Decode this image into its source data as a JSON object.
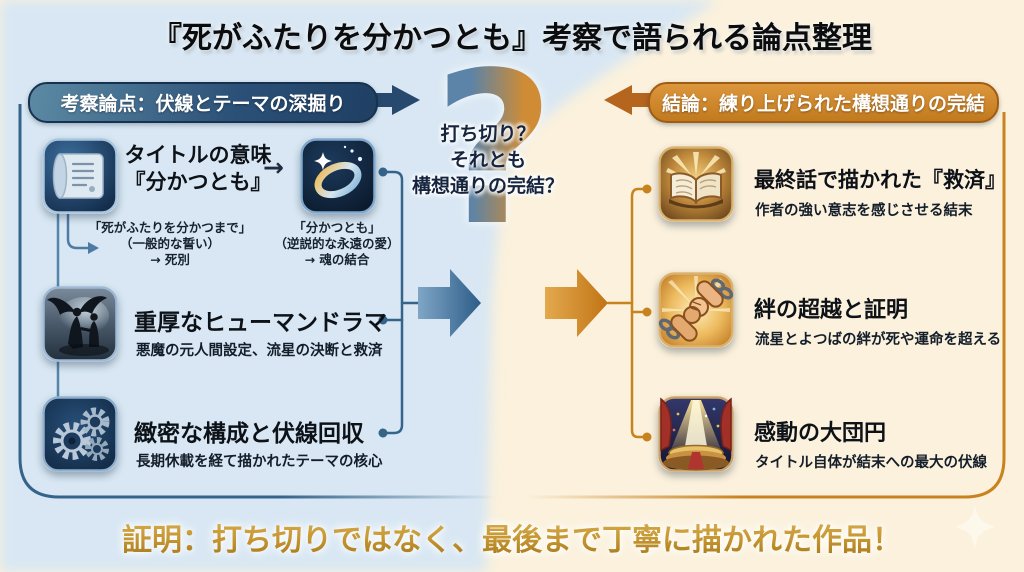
{
  "title": "『死がふたりを分かつとも』考察で語られる論点整理",
  "left": {
    "banner": "考察論点：伏線とテーマの深掘り",
    "items": [
      {
        "heading_line1": "タイトルの意味",
        "heading_line2": "『分かつとも』",
        "compare_arrow": "→",
        "note_left": [
          "「死がふたりを分かつまで」",
          "（一般的な誓い）",
          "→ 死別"
        ],
        "note_right": [
          "「分かつとも」",
          "（逆説的な永遠の愛）",
          "→ 魂の結合"
        ]
      },
      {
        "heading": "重厚なヒューマンドラマ",
        "sub": "悪魔の元人間設定、流星の決断と救済"
      },
      {
        "heading": "緻密な構成と伏線回収",
        "sub": "長期休載を経て描かれたテーマの核心"
      }
    ]
  },
  "right": {
    "banner": "結論：練り上げられた構想通りの完結",
    "items": [
      {
        "heading": "最終話で描かれた『救済』",
        "sub": "作者の強い意志を感じさせる結末"
      },
      {
        "heading": "絆の超越と証明",
        "sub": "流星とよつばの絆が死や運命を超える"
      },
      {
        "heading": "感動の大団円",
        "sub": "タイトル自体が結末への最大の伏線"
      }
    ]
  },
  "center": {
    "qmark": "?",
    "lines": [
      "打ち切り？",
      "それとも",
      "構想通りの完結？"
    ]
  },
  "footer": {
    "text": "証明：打ち切りではなく、最後まで丁寧に描かれた作品！"
  },
  "icons": {
    "left_column": [
      "scroll-icon",
      "ring-icon",
      "angel-couple-icon",
      "gears-icon"
    ],
    "right_column": [
      "glowing-book-icon",
      "bond-hands-icon",
      "stage-spotlight-icon"
    ],
    "decorative": [
      "question-mark",
      "sparkle-icon",
      "flow-arrow-blue",
      "flow-arrow-orange"
    ]
  },
  "colors": {
    "left_bg": "#d8e7f3",
    "right_bg": "#fbf1dc",
    "blue_accent": "#35648a",
    "blue_banner_dark": "#1f3f63",
    "orange_accent": "#c8831f",
    "orange_banner": "#c27a1e",
    "gold_text": "#c59631",
    "text_dark": "#0d1118"
  }
}
